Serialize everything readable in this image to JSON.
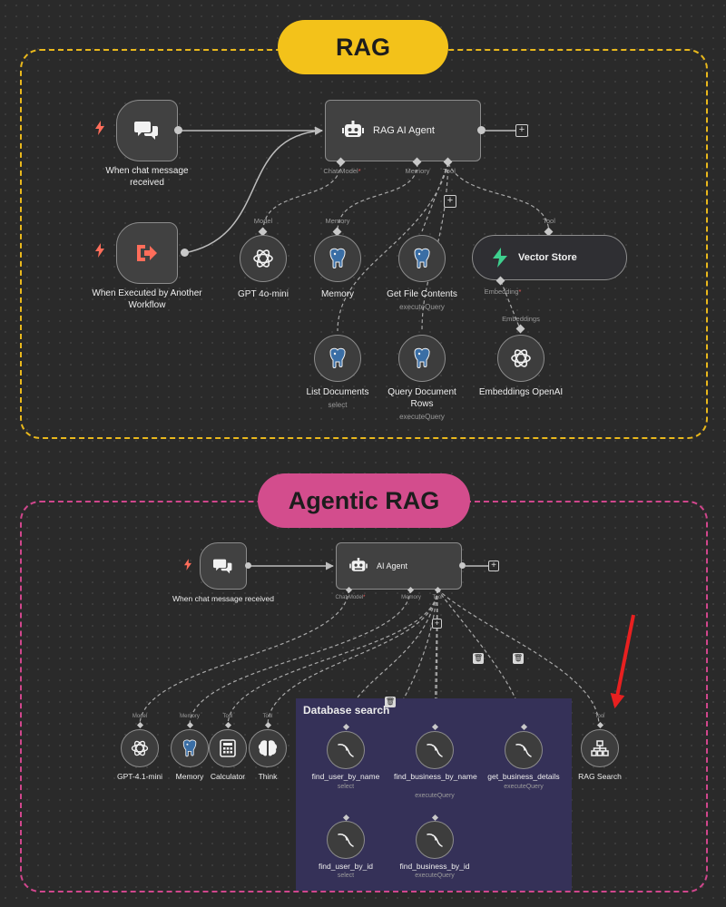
{
  "sections": {
    "rag": {
      "title": "RAG"
    },
    "agentic": {
      "title": "Agentic RAG",
      "group_title": "Database search"
    }
  },
  "colors": {
    "rag_accent": "#f3c21a",
    "agentic_accent": "#d34d8d",
    "node_fill": "#414141",
    "db_group_fill": "#353158",
    "trigger_icon": "#ff6d5a",
    "vector_icon": "#3ecf8e",
    "annotation_arrow": "#e82020"
  },
  "rag": {
    "chat_trigger": {
      "label": "When chat message received",
      "icon": "chat-bubbles-icon"
    },
    "workflow_trigger": {
      "label": "When Executed by Another Workflow",
      "icon": "sign-out-icon"
    },
    "agent": {
      "title": "RAG AI Agent",
      "icon": "robot-icon"
    },
    "ports": {
      "chat_model": "Chat Model",
      "memory": "Memory",
      "tool": "Tool",
      "required": "*"
    },
    "gpt": {
      "label": "GPT 4o-mini",
      "port": "Model",
      "icon": "openai-icon"
    },
    "memory": {
      "label": "Memory",
      "port": "Memory",
      "icon": "postgres-icon"
    },
    "file_contents": {
      "label": "Get File Contents",
      "sub": "executeQuery",
      "icon": "postgres-icon"
    },
    "vector_store": {
      "title": "Vector Store",
      "port": "Tool",
      "embedding_port": "Embedding",
      "icon": "vector-store-icon"
    },
    "list_docs": {
      "label": "List Documents",
      "sub": "select",
      "icon": "postgres-icon"
    },
    "query_rows": {
      "label": "Query Document Rows",
      "sub": "executeQuery",
      "icon": "postgres-icon"
    },
    "embeddings": {
      "label": "Embeddings OpenAI",
      "port": "Embeddings",
      "icon": "openai-icon"
    }
  },
  "agentic": {
    "chat_trigger": {
      "label": "When chat message received",
      "icon": "chat-bubbles-icon"
    },
    "agent": {
      "title": "AI Agent",
      "icon": "robot-icon"
    },
    "ports": {
      "chat_model": "Chat Model",
      "memory": "Memory",
      "tool": "Tool",
      "required": "*"
    },
    "gpt": {
      "label": "GPT-4.1-mini",
      "port": "Model",
      "icon": "openai-icon"
    },
    "memory": {
      "label": "Memory",
      "port": "Memory",
      "icon": "postgres-icon"
    },
    "calculator": {
      "label": "Calculator",
      "port": "Tool",
      "icon": "calculator-icon"
    },
    "think": {
      "label": "Think",
      "port": "Tool",
      "icon": "brain-icon"
    },
    "find_user_name": {
      "label": "find_user_by_name",
      "sub": "select",
      "icon": "mysql-icon"
    },
    "find_business_name": {
      "label": "find_business_by_name",
      "sub": "executeQuery",
      "icon": "mysql-icon"
    },
    "business_details": {
      "label": "get_business_details",
      "sub": "executeQuery",
      "icon": "mysql-icon"
    },
    "find_user_id": {
      "label": "find_user_by_id",
      "sub": "select",
      "icon": "mysql-icon"
    },
    "find_business_id": {
      "label": "find_business_by_id",
      "sub": "executeQuery",
      "icon": "mysql-icon"
    },
    "rag_search": {
      "label": "RAG Search",
      "port": "Tool",
      "icon": "sitemap-icon"
    }
  }
}
